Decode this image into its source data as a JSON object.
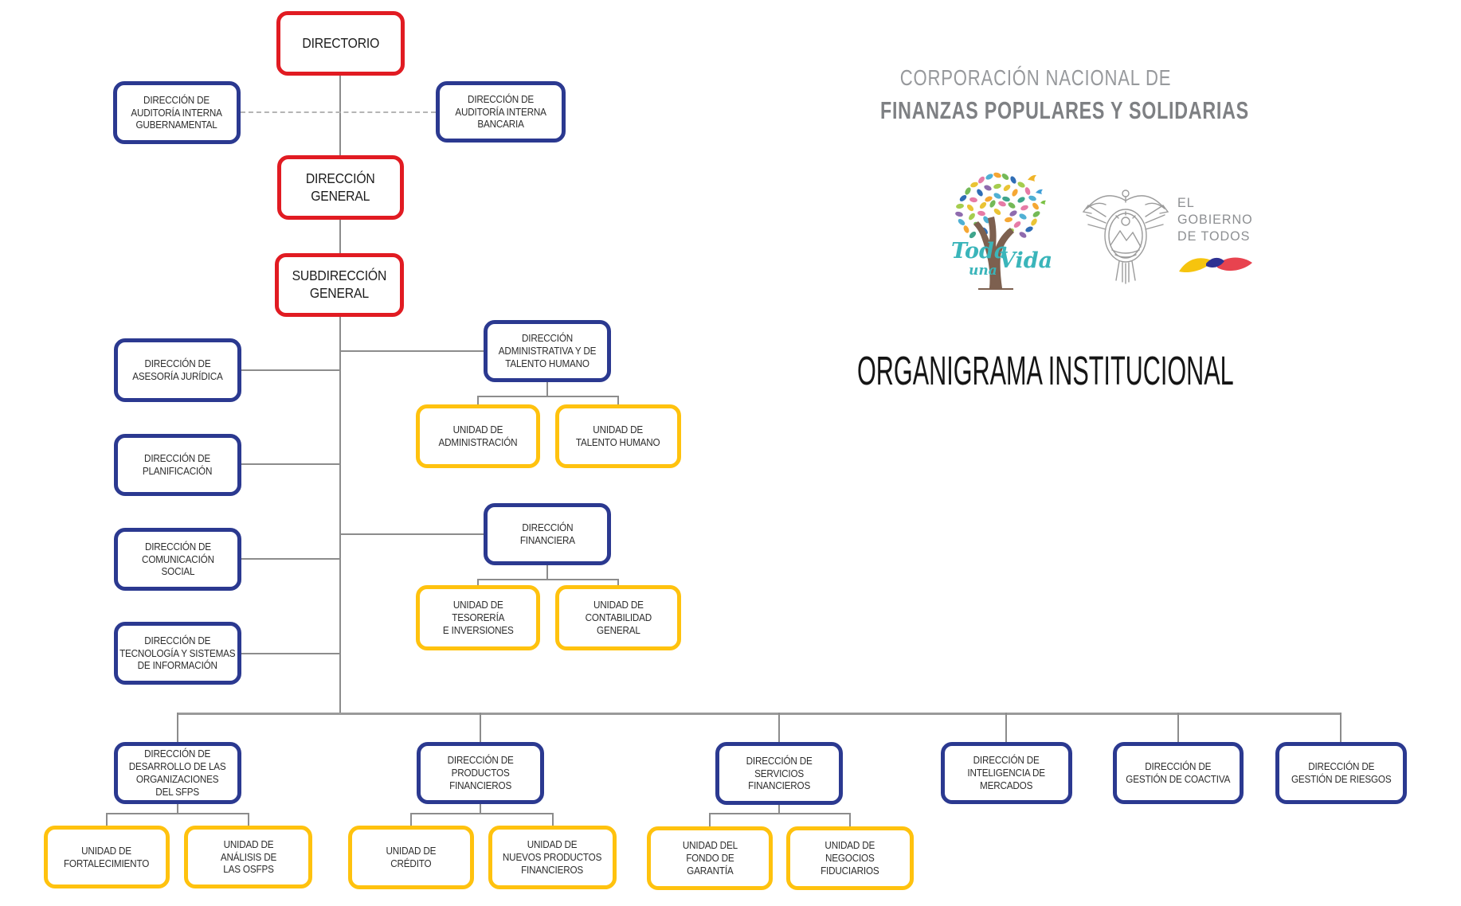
{
  "header": {
    "org_line1": "CORPORACIÓN NACIONAL DE",
    "org_line2": "FINANZAS POPULARES Y SOLIDARIAS",
    "title": "ORGANIGRAMA INSTITUCIONAL"
  },
  "logos": {
    "toda_una_vida": {
      "word1": "Toda",
      "word2": "una",
      "word3": "Vida"
    },
    "gobierno": {
      "line1": "EL",
      "line2": "GOBIERNO",
      "line3": "DE TODOS"
    }
  },
  "colors": {
    "red": "#e11b22",
    "blue": "#2b3990",
    "yellow": "#ffc20e",
    "line": "#8c8c8c",
    "teal": "#3ab5ba"
  },
  "boxes": {
    "directorio": {
      "label": "DIRECTORIO"
    },
    "aud_gub": {
      "label": "DIRECCIÓN DE\nAUDITORÍA INTERNA\nGUBERNAMENTAL"
    },
    "aud_ban": {
      "label": "DIRECCIÓN DE\nAUDITORÍA INTERNA\nBANCARIA"
    },
    "dir_general": {
      "label": "DIRECCIÓN\nGENERAL"
    },
    "subdir_general": {
      "label": "SUBDIRECCIÓN\nGENERAL"
    },
    "asesoria": {
      "label": "DIRECCIÓN DE\nASESORÍA JURÍDICA"
    },
    "planificacion": {
      "label": "DIRECCIÓN DE\nPLANIFICACIÓN"
    },
    "comunicacion": {
      "label": "DIRECCIÓN DE\nCOMUNICACIÓN\nSOCIAL"
    },
    "tecnologia": {
      "label": "DIRECCIÓN DE\nTECNOLOGÍA Y SISTEMAS\nDE INFORMACIÓN"
    },
    "administrativa": {
      "label": "DIRECCIÓN\nADMINISTRATIVA Y DE\nTALENTO HUMANO"
    },
    "u_administracion": {
      "label": "UNIDAD DE\nADMINISTRACIÓN"
    },
    "u_talento": {
      "label": "UNIDAD DE\nTALENTO HUMANO"
    },
    "financiera": {
      "label": "DIRECCIÓN\nFINANCIERA"
    },
    "u_tesoreria": {
      "label": "UNIDAD DE\nTESORERÍA\nE INVERSIONES"
    },
    "u_contabilidad": {
      "label": "UNIDAD DE\nCONTABILIDAD\nGENERAL"
    },
    "desarrollo": {
      "label": "DIRECCIÓN DE\nDESARROLLO DE LAS\nORGANIZACIONES\nDEL SFPS"
    },
    "u_fortalecimiento": {
      "label": "UNIDAD DE\nFORTALECIMIENTO"
    },
    "u_analisis": {
      "label": "UNIDAD DE\nANÁLISIS DE\nLAS OSFPS"
    },
    "productos": {
      "label": "DIRECCIÓN DE\nPRODUCTOS\nFINANCIEROS"
    },
    "u_credito": {
      "label": "UNIDAD DE\nCRÉDITO"
    },
    "u_nuevos": {
      "label": "UNIDAD DE\nNUEVOS PRODUCTOS\nFINANCIEROS"
    },
    "servicios": {
      "label": "DIRECCIÓN DE\nSERVICIOS\nFINANCIEROS"
    },
    "u_fondo": {
      "label": "UNIDAD DEL\nFONDO DE\nGARANTÍA"
    },
    "u_negocios": {
      "label": "UNIDAD DE\nNEGOCIOS\nFIDUCIARIOS"
    },
    "inteligencia": {
      "label": "DIRECCIÓN DE\nINTELIGENCIA DE\nMERCADOS"
    },
    "coactiva": {
      "label": "DIRECCIÓN DE\nGESTIÓN DE COACTIVA"
    },
    "riesgos": {
      "label": "DIRECCIÓN DE\nGESTIÓN DE RIESGOS"
    }
  }
}
